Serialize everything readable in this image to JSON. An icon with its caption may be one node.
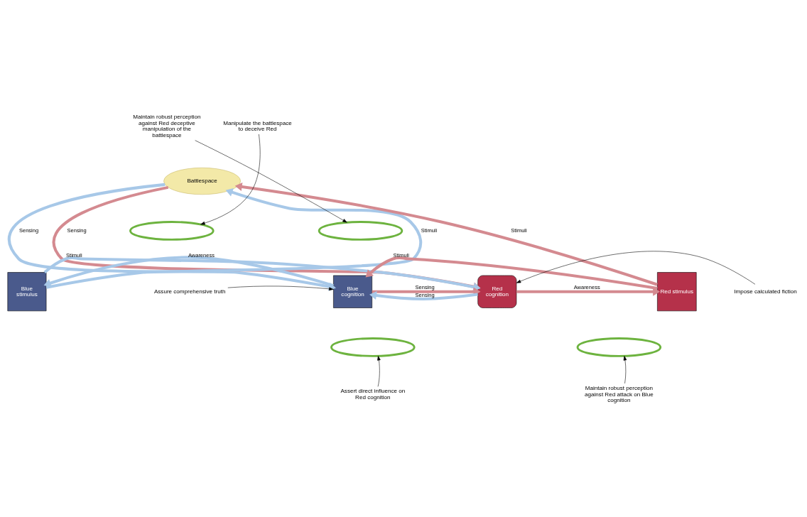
{
  "diagram": {
    "nodes": [
      {
        "text": [
          "Battlespace"
        ]
      },
      {
        "text": [
          "Blue stimulus"
        ]
      },
      {
        "text": [
          "Blue cognition"
        ]
      },
      {
        "text": [
          "Red cognition"
        ]
      },
      {
        "text": [
          "Red stimulus"
        ]
      },
      {
        "text": [
          "Manipulate the battlespace to deceive Red"
        ]
      },
      {
        "text": [
          "Maintain robust perception against Red deceptive manipulation of the battlespace"
        ]
      },
      {
        "text": [
          "Assure comprehensive truth"
        ]
      },
      {
        "text": [
          "Impose calculated fiction"
        ]
      },
      {
        "text": [
          "Assert direct influence on Red cognition"
        ]
      },
      {
        "text": [
          "Maintain robust perception against Red attack on Blue cognition"
        ]
      },
      {
        "text": [],
        "shape": "ellipse"
      },
      {
        "text": [],
        "shape": "ellipse"
      },
      {
        "text": [],
        "shape": "ellipse"
      },
      {
        "text": [],
        "shape": "ellipse"
      }
    ],
    "edges": [
      {
        "from": 1,
        "to": 0,
        "arrow": "to",
        "label": "Stimuli",
        "color": "#a7c8e8"
      },
      {
        "from": 4,
        "to": 0,
        "arrow": "to",
        "label": "Stimuli",
        "color": "#d48a90"
      },
      {
        "from": 0,
        "to": 2,
        "arrow": "to",
        "label": "Sensing",
        "color": "#a7c8e8"
      },
      {
        "from": 0,
        "to": 3,
        "arrow": "to",
        "label": "Sensing",
        "color": "#d48a90"
      },
      {
        "from": 2,
        "to": 3,
        "arrow": "to",
        "label": "Sensing",
        "color": "#d48a90"
      },
      {
        "from": 3,
        "to": 2,
        "arrow": "to",
        "label": "Sensing",
        "color": "#a7c8e8"
      },
      {
        "from": 2,
        "to": 1,
        "arrow": "to",
        "label": "Awareness",
        "color": "#a7c8e8"
      },
      {
        "from": 3,
        "to": 4,
        "arrow": "to",
        "label": "Awareness",
        "color": "#d48a90"
      },
      {
        "from": 1,
        "to": 3,
        "arrow": "to",
        "label": "Stimuli",
        "color": "#a7c8e8"
      },
      {
        "from": 4,
        "to": 2,
        "arrow": "to",
        "label": "Stimuli",
        "color": "#d48a90"
      },
      {
        "from": 5,
        "to": 11,
        "arrow": "to"
      },
      {
        "from": 6,
        "to": 12,
        "arrow": "to"
      },
      {
        "from": 7,
        "to": 2,
        "arrow": "to"
      },
      {
        "from": 8,
        "to": 3,
        "arrow": "to"
      },
      {
        "from": 9,
        "to": 13,
        "arrow": "to"
      },
      {
        "from": 10,
        "to": 14,
        "arrow": "to"
      }
    ]
  }
}
